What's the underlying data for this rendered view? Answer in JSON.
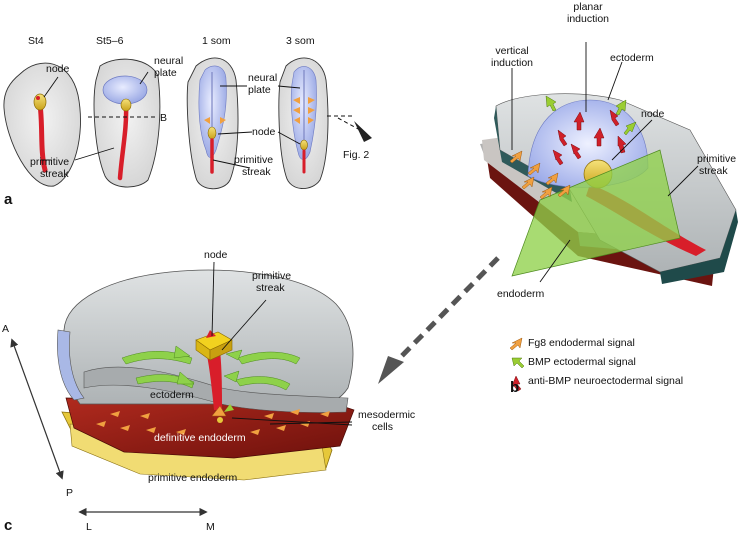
{
  "panels": {
    "a": "a",
    "b": "b",
    "c": "c"
  },
  "panel_a": {
    "stages": [
      "St4",
      "St5–6",
      "1 som",
      "3 som"
    ],
    "labels": {
      "node1": "node",
      "neural_plate1": "neural\nplate",
      "b_marker": "B",
      "primitive_streak1": "primitive\nstreak",
      "neural_plate2": "neural\nplate",
      "node2": "node",
      "primitive_streak2": "primitive\nstreak",
      "fig_ref": "Fig. 2"
    }
  },
  "panel_b": {
    "labels": {
      "planar_induction": "planar\ninduction",
      "vertical_induction": "vertical\ninduction",
      "ectoderm": "ectoderm",
      "node": "node",
      "primitive_streak": "primitive\nstreak",
      "endoderm": "endoderm"
    },
    "legend": [
      {
        "text": "Fg8 endodermal signal",
        "color": "#f0a040"
      },
      {
        "text": "BMP ectodermal signal",
        "color": "#9acd32"
      },
      {
        "text": "anti-BMP neuroectodermal signal",
        "color": "#d0202a"
      }
    ]
  },
  "panel_c": {
    "labels": {
      "node": "node",
      "primitive_streak": "primitive\nstreak",
      "ectoderm": "ectoderm",
      "mesodermic_cells": "mesodermic\ncells",
      "definitive_endoderm": "definitive endoderm",
      "primitive_endoderm": "primitive endoderm"
    },
    "axes": {
      "A": "A",
      "P": "P",
      "L": "L",
      "M": "M"
    }
  },
  "colors": {
    "streak": "#d81e2a",
    "node": "#f2c80f",
    "neural_plate": "#aab8ee",
    "ectoderm": "#c8cbcc",
    "mesoderm": "#8e1a14",
    "green_plane": "#8fd14a",
    "bmp_green": "#9acd32",
    "fgf_orange": "#f0a040"
  }
}
